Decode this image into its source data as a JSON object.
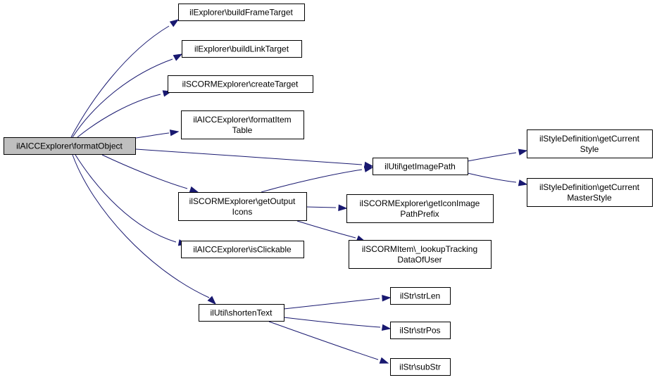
{
  "graph": {
    "nodes": [
      {
        "id": "root",
        "lines": [
          "ilAICCExplorer\\formatObject"
        ],
        "root": true
      },
      {
        "id": "buildFrameTarget",
        "lines": [
          "ilExplorer\\buildFrameTarget"
        ]
      },
      {
        "id": "buildLinkTarget",
        "lines": [
          "ilExplorer\\buildLinkTarget"
        ]
      },
      {
        "id": "createTarget",
        "lines": [
          "ilSCORMExplorer\\createTarget"
        ]
      },
      {
        "id": "formatItemTable",
        "lines": [
          "ilAICCExplorer\\formatItem",
          "Table"
        ]
      },
      {
        "id": "getOutputIcons",
        "lines": [
          "ilSCORMExplorer\\getOutput",
          "Icons"
        ]
      },
      {
        "id": "isClickable",
        "lines": [
          "ilAICCExplorer\\isClickable"
        ]
      },
      {
        "id": "shortenText",
        "lines": [
          "ilUtil\\shortenText"
        ]
      },
      {
        "id": "getImagePath",
        "lines": [
          "ilUtil\\getImagePath"
        ]
      },
      {
        "id": "getIconImagePathPrefix",
        "lines": [
          "ilSCORMExplorer\\getIconImage",
          "PathPrefix"
        ]
      },
      {
        "id": "lookupTracking",
        "lines": [
          "ilSCORMItem\\_lookupTracking",
          "DataOfUser"
        ]
      },
      {
        "id": "getCurrentStyle",
        "lines": [
          "ilStyleDefinition\\getCurrent",
          "Style"
        ]
      },
      {
        "id": "getCurrentMasterStyle",
        "lines": [
          "ilStyleDefinition\\getCurrent",
          "MasterStyle"
        ]
      },
      {
        "id": "strLen",
        "lines": [
          "ilStr\\strLen"
        ]
      },
      {
        "id": "strPos",
        "lines": [
          "ilStr\\strPos"
        ]
      },
      {
        "id": "subStr",
        "lines": [
          "ilStr\\subStr"
        ]
      }
    ],
    "edges": [
      {
        "from": "root",
        "to": "buildFrameTarget"
      },
      {
        "from": "root",
        "to": "buildLinkTarget"
      },
      {
        "from": "root",
        "to": "createTarget"
      },
      {
        "from": "root",
        "to": "formatItemTable"
      },
      {
        "from": "root",
        "to": "getImagePath"
      },
      {
        "from": "root",
        "to": "getOutputIcons"
      },
      {
        "from": "root",
        "to": "isClickable"
      },
      {
        "from": "root",
        "to": "shortenText"
      },
      {
        "from": "getOutputIcons",
        "to": "getImagePath"
      },
      {
        "from": "getOutputIcons",
        "to": "getIconImagePathPrefix"
      },
      {
        "from": "getOutputIcons",
        "to": "lookupTracking"
      },
      {
        "from": "getImagePath",
        "to": "getCurrentStyle"
      },
      {
        "from": "getImagePath",
        "to": "getCurrentMasterStyle"
      },
      {
        "from": "shortenText",
        "to": "strLen"
      },
      {
        "from": "shortenText",
        "to": "strPos"
      },
      {
        "from": "shortenText",
        "to": "subStr"
      }
    ],
    "colors": {
      "edge": "#191970",
      "root_fill": "#bfbfbf",
      "node_fill": "#ffffff",
      "node_border": "#000000"
    }
  }
}
